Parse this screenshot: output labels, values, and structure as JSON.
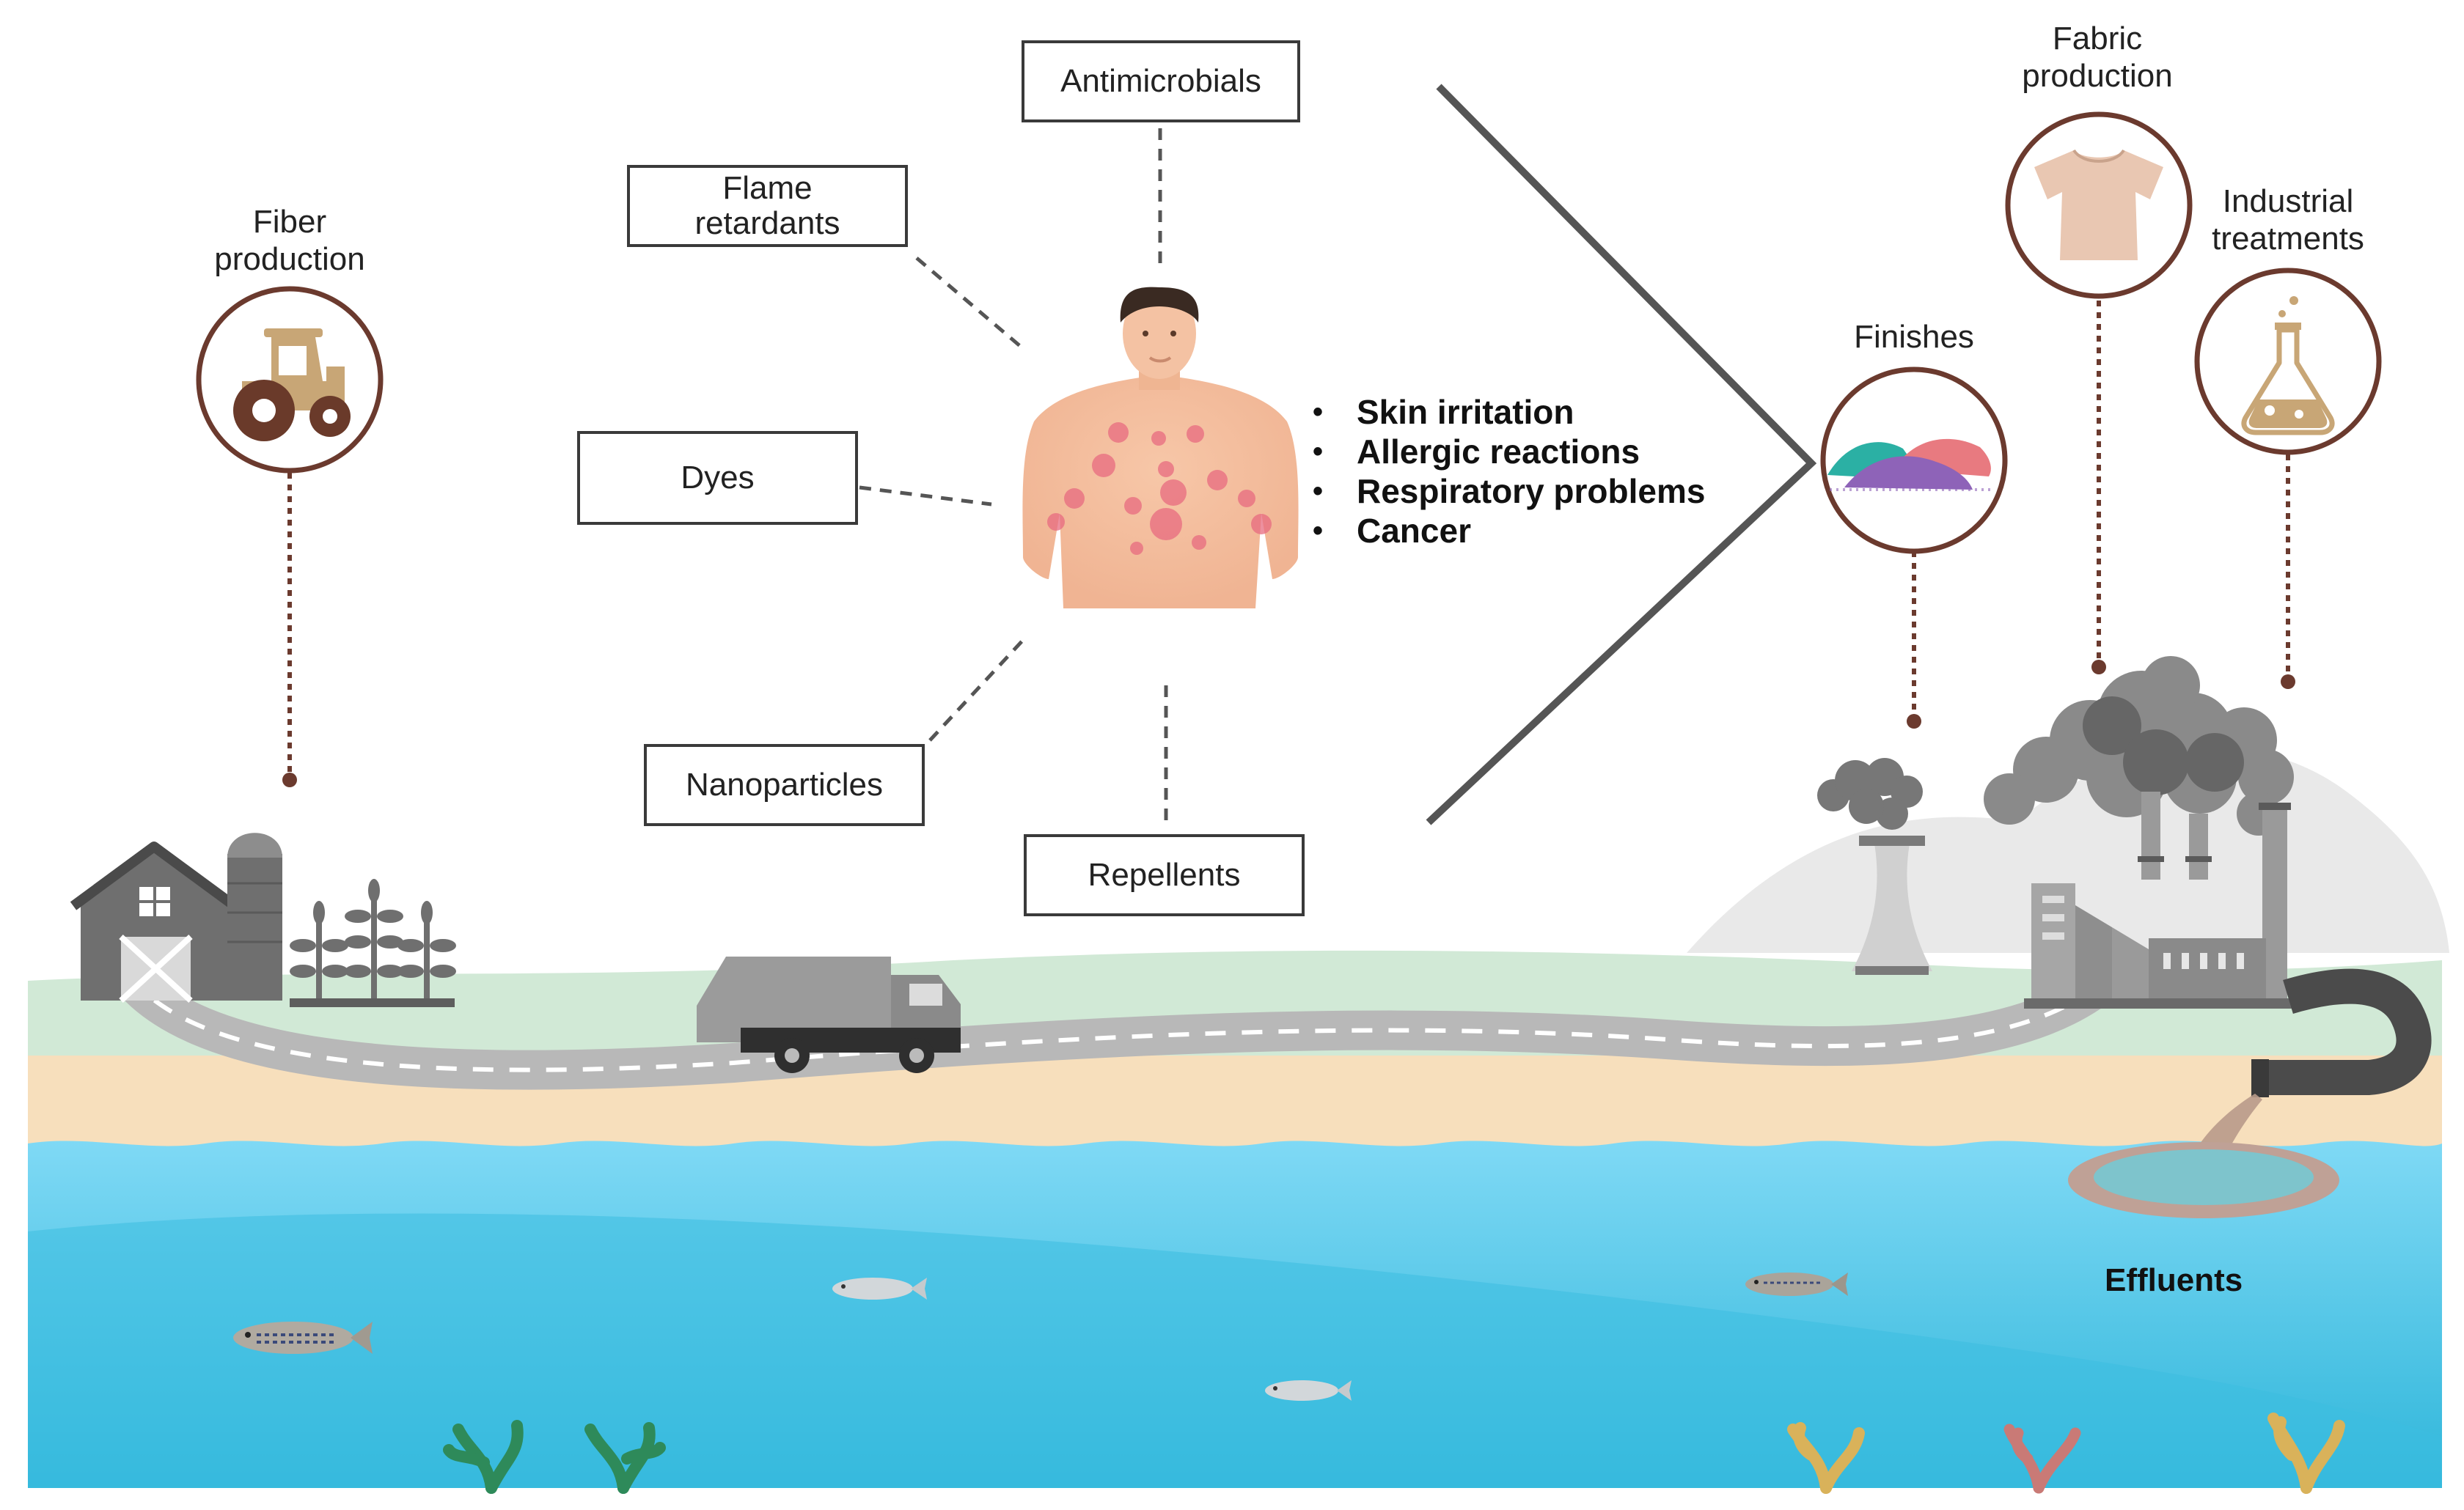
{
  "stages": {
    "fiber_production": "Fiber\nproduction",
    "fabric_production": "Fabric\nproduction",
    "industrial_treatments": "Industrial\ntreatments",
    "finishes": "Finishes"
  },
  "chemicals": {
    "antimicrobials": "Antimicrobials",
    "flame_retardants": "Flame\nretardants",
    "dyes": "Dyes",
    "nanoparticles": "Nanoparticles",
    "repellents": "Repellents"
  },
  "health_effects": [
    "Skin irritation",
    "Allergic reactions",
    "Respiratory problems",
    "Cancer"
  ],
  "effluents": "Effluents",
  "colors": {
    "circle_border": "#6b3a2e",
    "dotted_line": "#6b3a2e",
    "icon_tan": "#c7a575",
    "water": "#4fc3e3",
    "sand": "#f8dfba",
    "grass": "#cfe8d2",
    "road": "#b9b9b9"
  },
  "icons": [
    "tractor-icon",
    "tshirt-icon",
    "flask-icon",
    "pigment-powder-icon",
    "barn-icon",
    "truck-icon",
    "factory-icon",
    "cooling-tower-icon",
    "pipe-icon",
    "fish-icon",
    "coral-icon"
  ]
}
